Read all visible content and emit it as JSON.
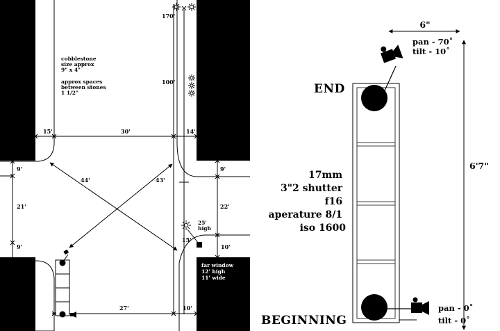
{
  "plan": {
    "notes": {
      "cobblestone": [
        "cobblestone",
        "size approx",
        "9\" x 4\"",
        "",
        "approx spaces",
        "between stones",
        "1 1/2\""
      ],
      "lamp_height": [
        "25'",
        "high"
      ],
      "far_window": [
        "far window",
        "12' high",
        "11' wide"
      ]
    },
    "dimensions": {
      "d170": "170'",
      "d100": "100'",
      "d15_top": "15'",
      "d30": "30'",
      "d14": "14'",
      "d9_left_top": "9'",
      "d44": "44'",
      "d43": "43'",
      "d9_right": "9'",
      "d21": "21'",
      "d22": "22'",
      "d9_left_bottom": "9'",
      "d15_right": "15'",
      "d10_right": "10'",
      "d27": "27'",
      "d10_bottom": "10'"
    }
  },
  "rig": {
    "end_label": "END",
    "beginning_label": "BEGINNING",
    "width_label": "6\"",
    "height_label": "6'7\"",
    "end_camera": {
      "pan": "pan - 70˚",
      "tilt": "tilt - 10˚"
    },
    "start_camera": {
      "pan": "pan - 0˚",
      "tilt": "tilt - 0˚"
    },
    "settings": [
      "17mm",
      "3\"2 shutter",
      "f16",
      "aperature 8/1",
      "iso 1600"
    ]
  },
  "colors": {
    "ink": "#000000",
    "paper": "#ffffff"
  }
}
